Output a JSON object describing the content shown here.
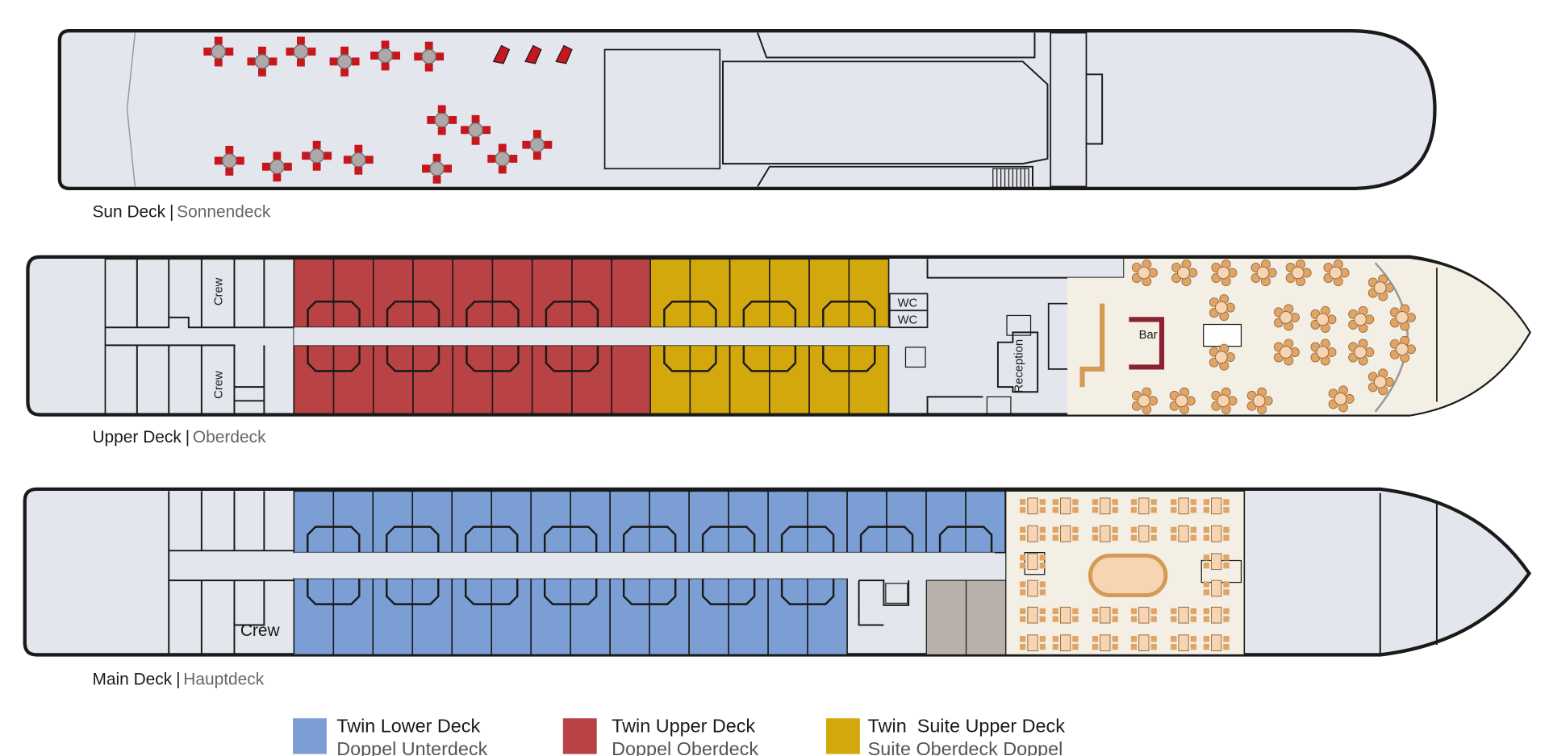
{
  "decks": {
    "sun": {
      "name": "Sun Deck",
      "name_de": "Sonnendeck"
    },
    "upper": {
      "name": "Upper Deck",
      "name_de": "Oberdeck",
      "crew_label": "Crew",
      "wc_label": "WC",
      "reception_label": "Reception",
      "bar_label": "Bar"
    },
    "main": {
      "name": "Main Deck",
      "name_de": "Hauptdeck",
      "crew_label": "Crew"
    }
  },
  "separator": "|",
  "legend": [
    {
      "label": "Twin Lower Deck",
      "label_de": "Doppel Unterdeck",
      "color": "#7b9fd4"
    },
    {
      "label": "Twin Upper Deck",
      "label_de": "Doppel Oberdeck",
      "color": "#b94245"
    },
    {
      "label": "Twin  Suite Upper Deck",
      "label_de": "Suite Oberdeck Doppel",
      "color": "#d2a80c"
    }
  ],
  "colors": {
    "hull": "#e4e6ee",
    "lounge_floor": "#f3efe4",
    "furniture": "#e0a566",
    "sun_chairs": "#c8161d",
    "crew_cabin": "#b8b0aa"
  }
}
